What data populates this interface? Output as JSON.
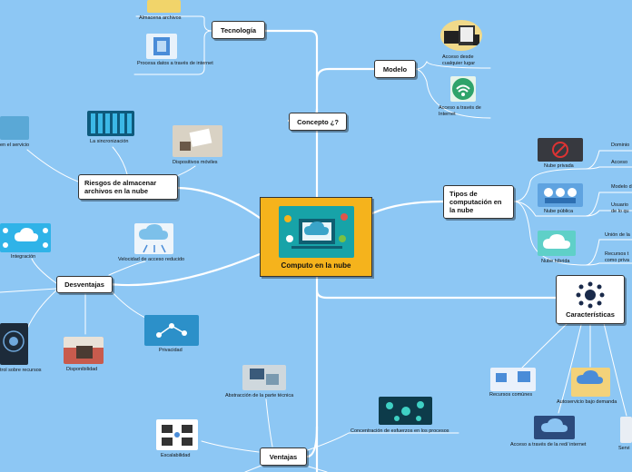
{
  "central": {
    "title": "Computo en la nube"
  },
  "branches": {
    "tecnologia": {
      "label": "Tecnología",
      "items": [
        "Almacena archivos",
        "Procesa datos a través de internet"
      ]
    },
    "concepto": {
      "label": "Concepto ¿?"
    },
    "modelo": {
      "label": "Modelo",
      "items": [
        "Acceso desde cualquier lugar",
        "Acceso a través de Internet"
      ]
    },
    "tipos": {
      "label": "Tipos de computación en la nube",
      "items": [
        "Nube privada",
        "Nube pública",
        "Nube híbrida"
      ],
      "details": [
        "Dominio",
        "Acceso",
        "Modelo d",
        "Usuario\nde lo qu",
        "Unión de la",
        "Recursos t\ncomo priva"
      ]
    },
    "riesgos": {
      "label": "Riesgos de almacenar archivos en la nube",
      "items": [
        "en el servicio",
        "La sincronización",
        "Dispositivos móviles"
      ]
    },
    "desventajas": {
      "label": "Desventajas",
      "items": [
        "Integración",
        "Velocidad de acceso reducido",
        "trol sobre recursos",
        "Disponibilidad",
        "Privacidad"
      ]
    },
    "caracteristicas": {
      "label": "Características",
      "items": [
        "Recursos comúnes",
        "Autoservicio bajo demanda",
        "Acceso a través de la red/ internet",
        "Servi"
      ]
    },
    "ventajas": {
      "label": "Ventajas",
      "items": [
        "Abstracción de la parte técnica",
        "Escalabilidad",
        "Concentración de esfuerzos en los procesos"
      ]
    }
  },
  "colors": {
    "background": "#8dc7f4",
    "central": "#f5b31c",
    "lines": "#ffffff",
    "node_border": "#333333"
  }
}
